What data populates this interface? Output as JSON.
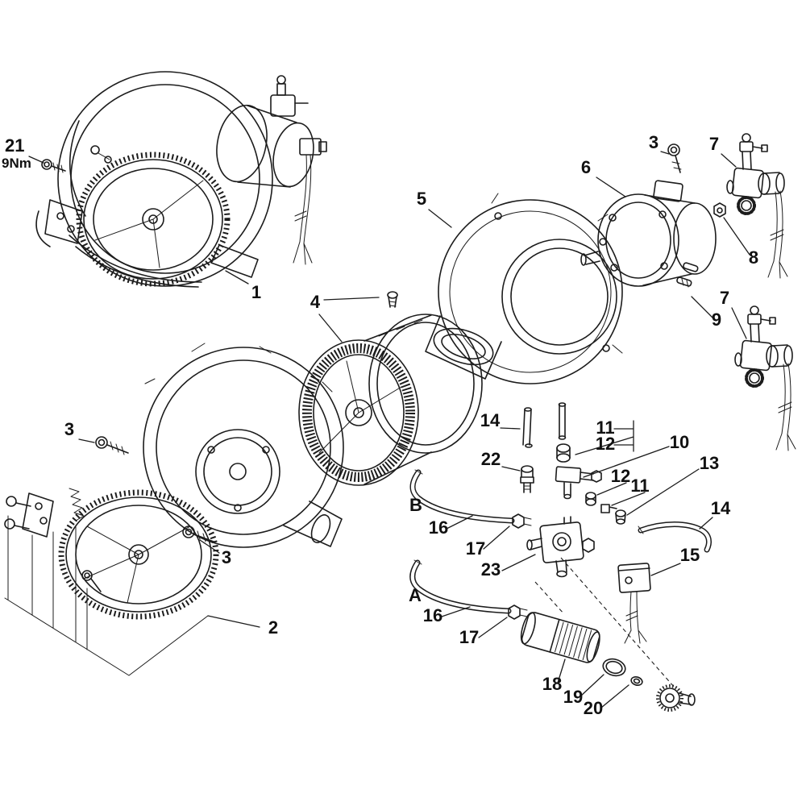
{
  "diagram": {
    "kind": "exploded-parts-diagram",
    "torque_note": "9Nm",
    "colors": {
      "background": "#ffffff",
      "line": "#1c1c1c",
      "label": "#111111"
    },
    "callouts": {
      "c1": "1",
      "c2": "2",
      "c3": "3",
      "c4": "4",
      "c5": "5",
      "c6": "6",
      "c7": "7",
      "c8": "8",
      "c9": "9",
      "c10": "10",
      "c11": "11",
      "c12": "12",
      "c13": "13",
      "c14": "14",
      "c15": "15",
      "c16": "16",
      "c17": "17",
      "c18": "18",
      "c19": "19",
      "c20": "20",
      "c21": "21",
      "c22": "22",
      "c23": "23",
      "cA": "A",
      "cB": "B"
    }
  }
}
